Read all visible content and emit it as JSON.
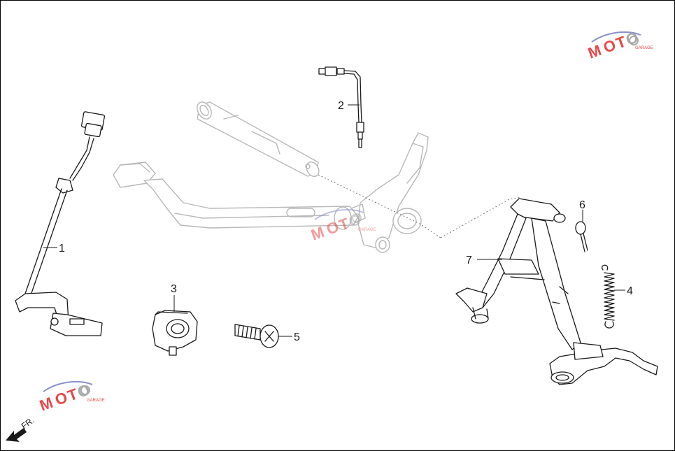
{
  "callouts": {
    "c1": "1",
    "c2": "2",
    "c3": "3",
    "c4": "4",
    "c5": "5",
    "c6": "6",
    "c7": "7"
  },
  "orientation": {
    "label": "FR."
  },
  "watermark": {
    "brand_a": "M",
    "brand_b": "O",
    "brand_c": "T",
    "brand_d": "O",
    "tagline": "GARAGE",
    "accent": "#e8484a",
    "secondary": "#8a8fc8"
  },
  "colors": {
    "line": "#1a1a1a",
    "ghost": "#b8b8b8",
    "frame": "#000000"
  }
}
